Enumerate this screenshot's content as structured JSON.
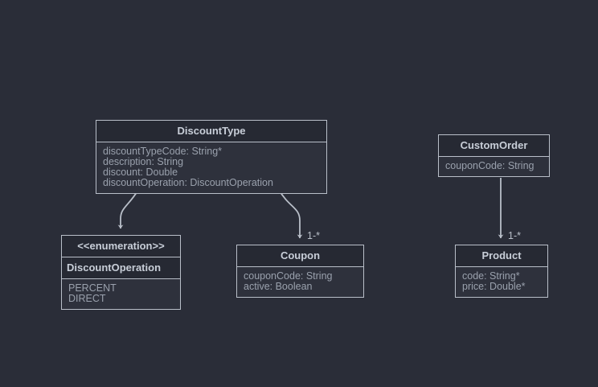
{
  "diagram": {
    "kind": "uml-class-diagram",
    "background_color": "#2a2d38",
    "line_color": "#b9bfc9",
    "text_color": "#c8ced8",
    "attribute_text_color": "#9aa1ad",
    "classes": [
      {
        "id": "discount-type",
        "name": "DiscountType",
        "attributes": [
          "discountTypeCode: String*",
          "description: String",
          "discount: Double",
          "discountOperation: DiscountOperation"
        ]
      },
      {
        "id": "discount-operation",
        "stereotype": "<<enumeration>>",
        "name": "DiscountOperation",
        "attributes": [
          "PERCENT",
          "DIRECT"
        ]
      },
      {
        "id": "coupon",
        "name": "Coupon",
        "attributes": [
          "couponCode: String",
          "active: Boolean"
        ]
      },
      {
        "id": "custom-order",
        "name": "CustomOrder",
        "attributes": [
          "couponCode: String"
        ]
      },
      {
        "id": "product",
        "name": "Product",
        "attributes": [
          "code: String*",
          "price: Double*"
        ]
      }
    ],
    "edges": [
      {
        "id": "edge-discounttype-discountoperation",
        "from": "discount-type",
        "to": "discount-operation",
        "multiplicity": ""
      },
      {
        "id": "edge-discounttype-coupon",
        "from": "discount-type",
        "to": "coupon",
        "multiplicity": "1-*"
      },
      {
        "id": "edge-customorder-product",
        "from": "custom-order",
        "to": "product",
        "multiplicity": "1-*"
      }
    ]
  }
}
